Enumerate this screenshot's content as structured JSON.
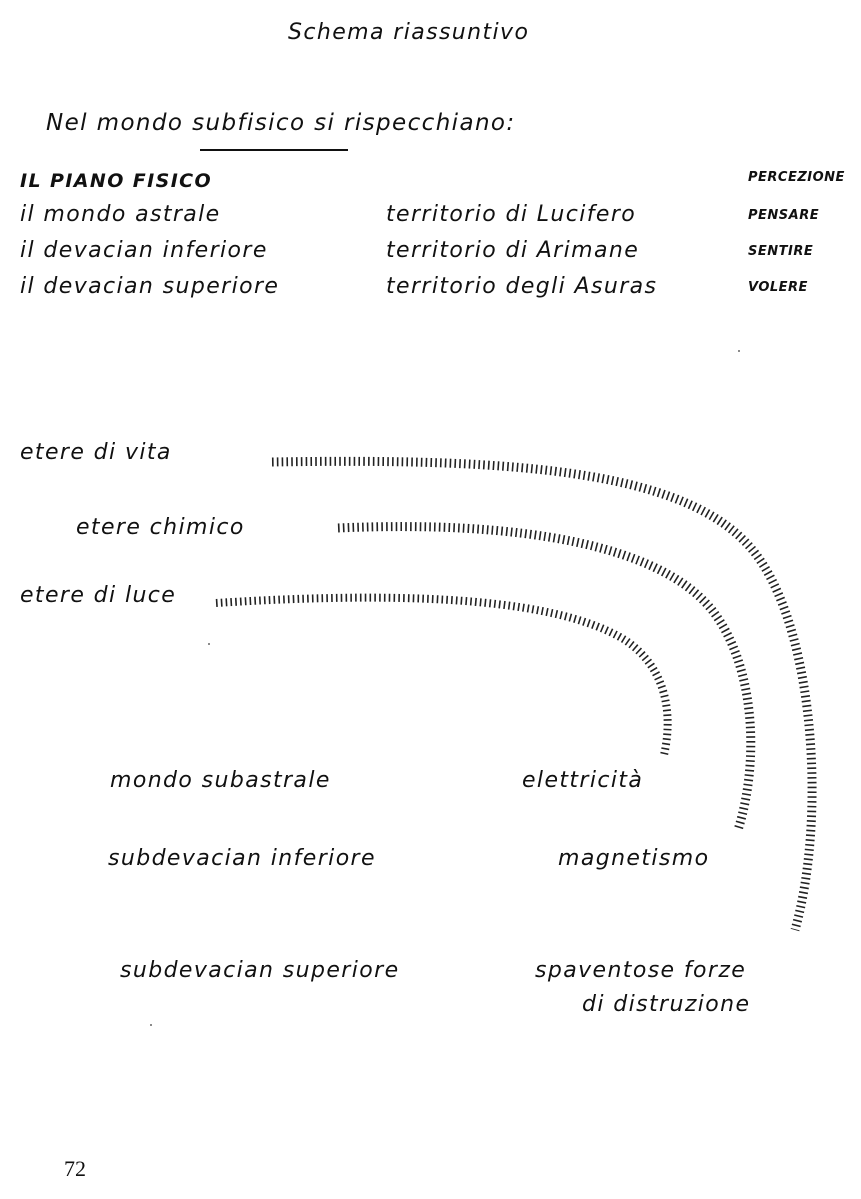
{
  "title": "Schema riassuntivo",
  "intro": "Nel mondo subfisico si rispecchiano:",
  "table": {
    "rows": [
      {
        "plane": "IL PIANO FISICO",
        "territory": "",
        "faculty": "PERCEZIONE"
      },
      {
        "plane": "il mondo astrale",
        "territory": "territorio di Lucifero",
        "faculty": "PENSARE"
      },
      {
        "plane": "il devacian inferiore",
        "territory": "territorio di Arimane",
        "faculty": "SENTIRE"
      },
      {
        "plane": "il devacian superiore",
        "territory": "territorio degli Asuras",
        "faculty": "VOLERE"
      }
    ]
  },
  "ethers": [
    "etere di vita",
    "etere chimico",
    "etere di luce"
  ],
  "subworlds": [
    {
      "name": "mondo subastrale",
      "force": "elettricità"
    },
    {
      "name": "subdevacian inferiore",
      "force": "magnetismo"
    },
    {
      "name": "subdevacian superiore",
      "force_line1": "spaventose forze",
      "force_line2": "di distruzione"
    }
  ],
  "page_number": "72"
}
